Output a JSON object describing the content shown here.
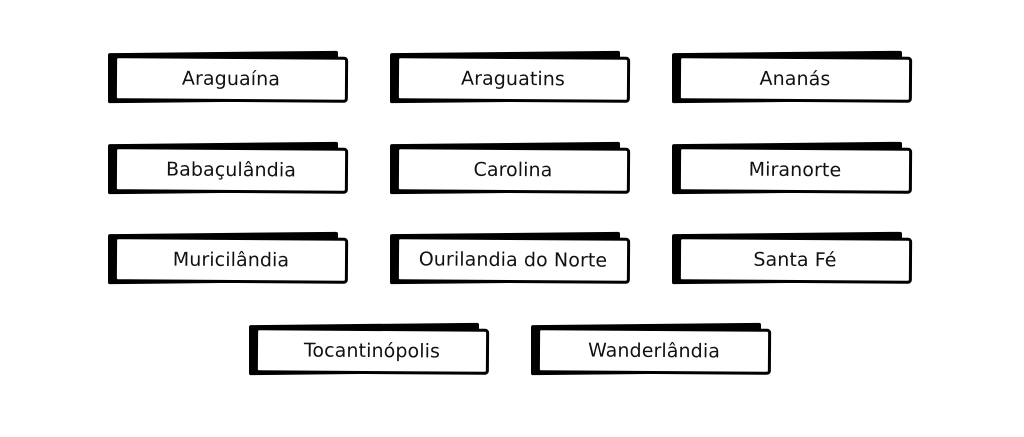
{
  "colors": {
    "background": "#ffffff",
    "border": "#000000",
    "text": "#111111"
  },
  "cities": {
    "row1": [
      "Araguaína",
      "Araguatins",
      "Ananás"
    ],
    "row2": [
      "Babaçulândia",
      "Carolina",
      "Miranorte"
    ],
    "row3": [
      "Muricilândia",
      "Ourilandia do Norte",
      "Santa Fé"
    ],
    "row4": [
      "Tocantinópolis",
      "Wanderlândia"
    ]
  }
}
